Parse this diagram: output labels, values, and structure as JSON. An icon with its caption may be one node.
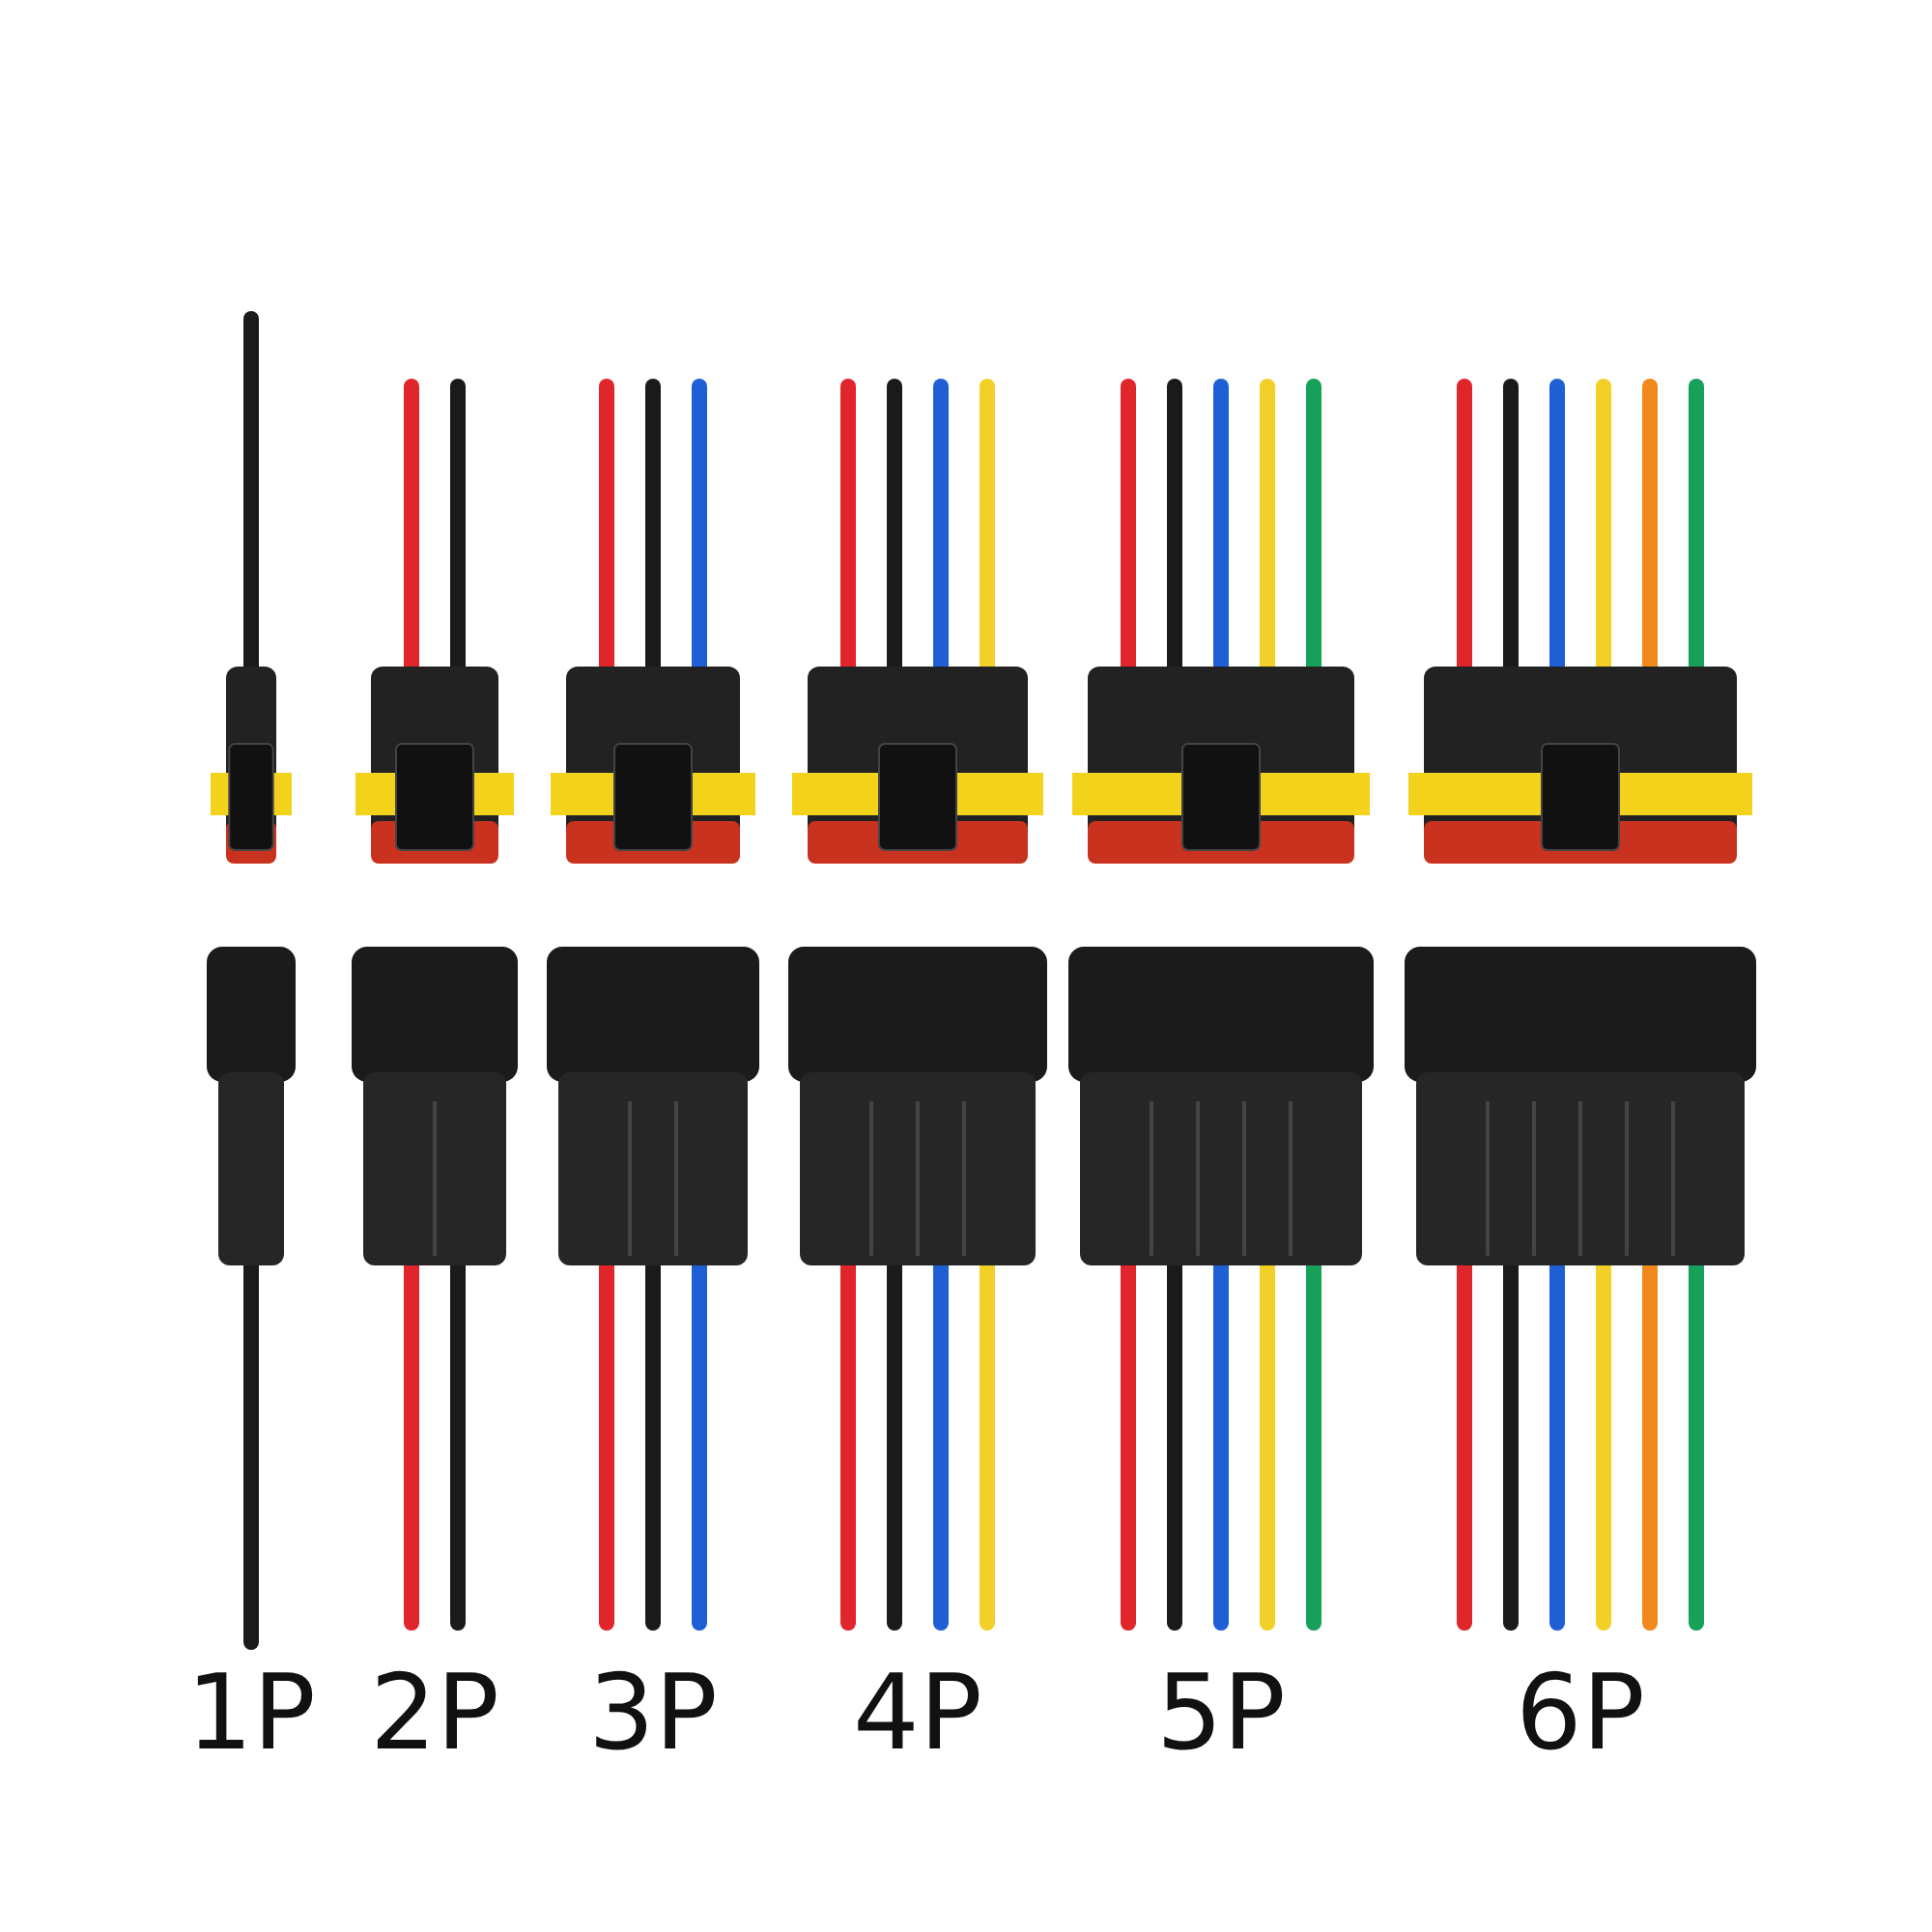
{
  "diagram": {
    "labels": [
      "1P",
      "2P",
      "3P",
      "4P",
      "5P",
      "6P"
    ]
  }
}
